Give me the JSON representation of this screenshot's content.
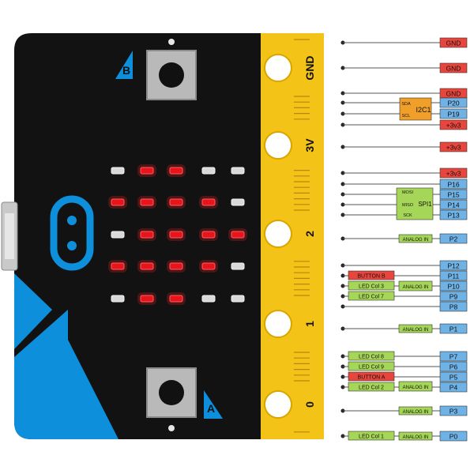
{
  "board": {
    "button_b_label": "B",
    "button_a_label": "A",
    "edge_pads": [
      "GND",
      "3V",
      "2",
      "1",
      "0"
    ],
    "led_on_color": "#e8141b",
    "led_off_color": "#d9d9d9",
    "board_color": "#121212",
    "accent_blue": "#0d8fdb",
    "edge_gold": "#f3c318",
    "led_matrix": [
      [
        0,
        1,
        1,
        0,
        0
      ],
      [
        1,
        1,
        1,
        1,
        0
      ],
      [
        0,
        1,
        1,
        1,
        1
      ],
      [
        1,
        1,
        1,
        1,
        0
      ],
      [
        0,
        1,
        1,
        0,
        0
      ]
    ]
  },
  "pins": [
    {
      "pin": "GND"
    },
    {
      "pin": "GND"
    },
    {
      "pin": "GND"
    },
    {
      "pin": "P20"
    },
    {
      "pin": "P19"
    },
    {
      "pin": "+3v3"
    },
    {
      "pin": "+3v3"
    },
    {
      "pin": "+3v3"
    },
    {
      "pin": "P16"
    },
    {
      "pin": "P15"
    },
    {
      "pin": "P14"
    },
    {
      "pin": "P13"
    },
    {
      "pin": "P2"
    },
    {
      "pin": "P12"
    },
    {
      "pin": "P11"
    },
    {
      "pin": "P10"
    },
    {
      "pin": "P9"
    },
    {
      "pin": "P8"
    },
    {
      "pin": "P1"
    },
    {
      "pin": "P7"
    },
    {
      "pin": "P6"
    },
    {
      "pin": "P5"
    },
    {
      "pin": "P4"
    },
    {
      "pin": "P3"
    },
    {
      "pin": "P0"
    }
  ],
  "func_labels": {
    "i2c": "I2C1",
    "sda": "SDA",
    "scl": "SCL",
    "spi": "SPI1",
    "mosi": "MOSI",
    "miso": "MISO",
    "sck": "SCK",
    "analog_in": "ANALOG IN",
    "button_b": "BUTTON B",
    "button_a": "BUTTON A",
    "led_col3": "LED Col 3",
    "led_col7": "LED Col 7",
    "led_col8": "LED Col 8",
    "led_col9": "LED Col 9",
    "led_col2": "LED Col 2",
    "led_col1": "LED Col 1"
  },
  "colors": {
    "gnd": "#e8463c",
    "power": "#e8463c",
    "pin": "#6fb2e6",
    "i2c": "#f0a02a",
    "func": "#a6d657",
    "button": "#e8463c"
  }
}
